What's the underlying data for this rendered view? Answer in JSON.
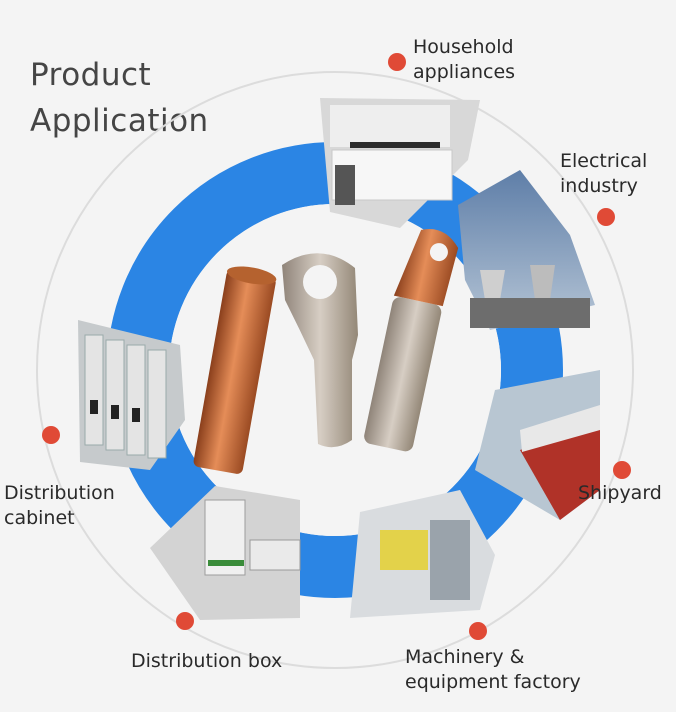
{
  "title": {
    "line1": "Product",
    "line2": "Application"
  },
  "labels": {
    "household": [
      "Household",
      "appliances"
    ],
    "electrical": [
      "Electrical",
      "industry"
    ],
    "shipyard": "Shipyard",
    "machinery": [
      "Machinery &",
      "equipment factory"
    ],
    "distribution_box": "Distribution box",
    "distribution_cabinet": [
      "Distribution",
      "cabinet"
    ]
  },
  "colors": {
    "ring": "#2b85e4",
    "dot": "#e04a36",
    "text": "#2a2a2a",
    "background": "#f4f4f4",
    "copper": "#c8703e",
    "tinned": "#b9aea2"
  }
}
